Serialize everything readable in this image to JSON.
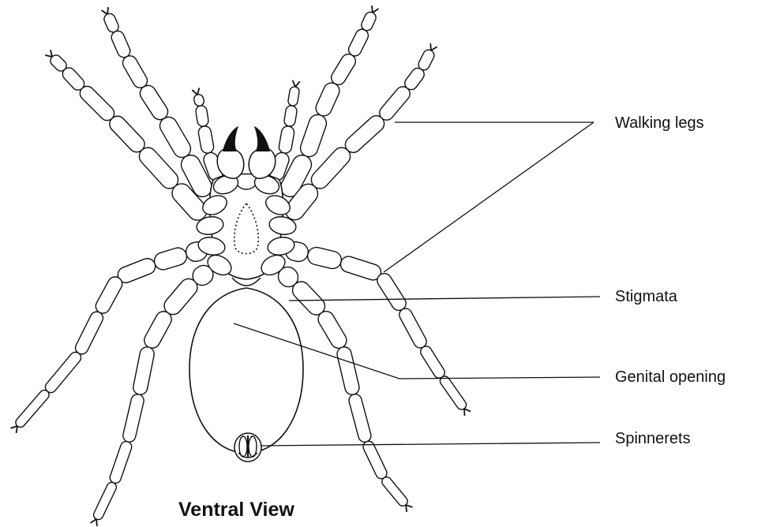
{
  "labels": {
    "walking_legs": "Walking legs",
    "stigmata": "Stigmata",
    "genital_opening": "Genital opening",
    "spinnerets": "Spinnerets"
  },
  "caption": "Ventral View",
  "colors": {
    "ink": "#111111",
    "paper": "#ffffff"
  }
}
